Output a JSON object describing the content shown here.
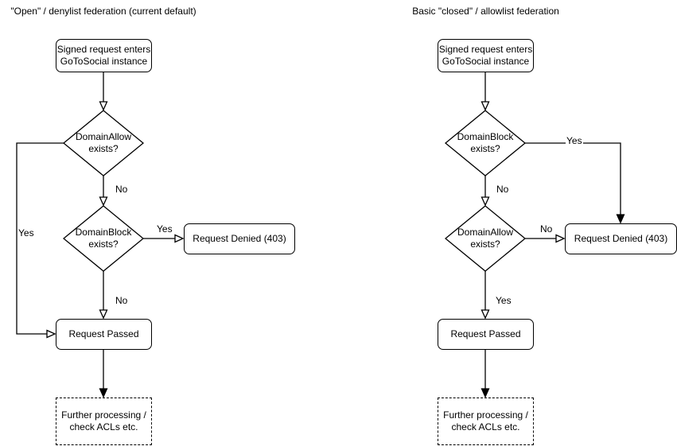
{
  "colors": {
    "stroke": "#000000",
    "shape_fill": "#ffffff",
    "text": "#000000",
    "background": "#ffffff"
  },
  "left_chart": {
    "title": "\"Open\" / denylist federation (current default)",
    "nodes": {
      "start": "Signed request enters\nGoToSocial instance",
      "decision1": "DomainAllow\nexists?",
      "decision2": "DomainBlock\nexists?",
      "denied": "Request Denied (403)",
      "passed": "Request Passed",
      "further": "Further processing /\ncheck ACLs etc."
    },
    "labels": {
      "decision1_no": "No",
      "decision1_yes": "Yes",
      "decision2_yes": "Yes",
      "decision2_no": "No"
    }
  },
  "right_chart": {
    "title": "Basic \"closed\" / allowlist federation",
    "nodes": {
      "start": "Signed request enters\nGoToSocial instance",
      "decision1": "DomainBlock\nexists?",
      "decision2": "DomainAllow\nexists?",
      "denied": "Request Denied (403)",
      "passed": "Request Passed",
      "further": "Further processing /\ncheck ACLs etc."
    },
    "labels": {
      "decision1_yes": "Yes",
      "decision1_no": "No",
      "decision2_no": "No",
      "decision2_yes": "Yes"
    }
  }
}
